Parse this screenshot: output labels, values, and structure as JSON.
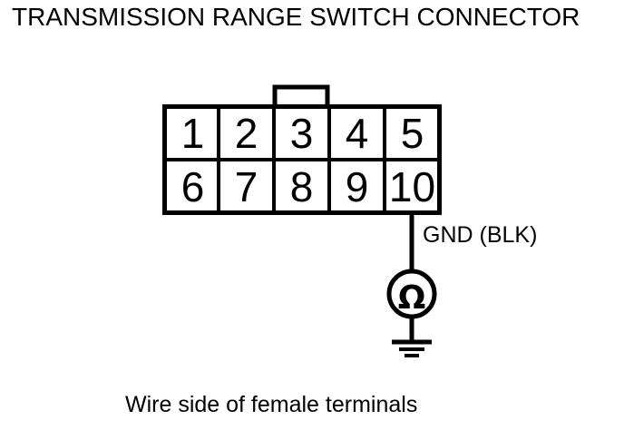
{
  "title": "TRANSMISSION RANGE SWITCH CONNECTOR",
  "caption": "Wire side of female terminals",
  "colors": {
    "line": "#000000",
    "background": "#ffffff"
  },
  "connector": {
    "name": "Transmission Range Switch Connector",
    "rows": 2,
    "columns": 5,
    "total_pins": 10,
    "tab_position": "top-above-pin-3",
    "pins": [
      {
        "number": "1",
        "row": 0,
        "col": 0
      },
      {
        "number": "2",
        "row": 0,
        "col": 1
      },
      {
        "number": "3",
        "row": 0,
        "col": 2
      },
      {
        "number": "4",
        "row": 0,
        "col": 3
      },
      {
        "number": "5",
        "row": 0,
        "col": 4
      },
      {
        "number": "6",
        "row": 1,
        "col": 0
      },
      {
        "number": "7",
        "row": 1,
        "col": 1
      },
      {
        "number": "8",
        "row": 1,
        "col": 2
      },
      {
        "number": "9",
        "row": 1,
        "col": 3
      },
      {
        "number": "10",
        "row": 1,
        "col": 4
      }
    ]
  },
  "wire": {
    "label": "GND (BLK)",
    "from_pin": "10",
    "wire_color_code": "BLK",
    "function": "GND"
  },
  "meter": {
    "type": "ohmmeter",
    "symbol": "Ω",
    "icon": "ohmmeter-icon"
  },
  "ground": {
    "symbol": "earth-ground",
    "bars": 3
  }
}
